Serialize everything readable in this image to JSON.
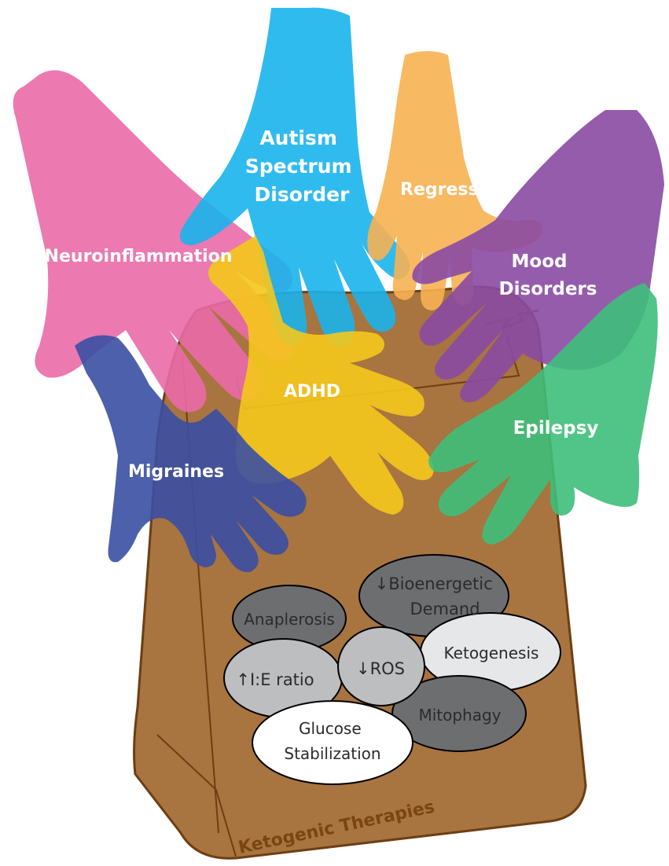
{
  "bag": {
    "label": "Ketogenic Therapies",
    "fill": "#a8743f",
    "stroke": "#6e3e12"
  },
  "hands": [
    {
      "id": "neuroinflammation",
      "label": "Neuroinflammation",
      "color": "#ea6aa7"
    },
    {
      "id": "autism",
      "label_lines": [
        "Autism",
        "Spectrum",
        "Disorder"
      ],
      "color": "#1ab4ec"
    },
    {
      "id": "regression",
      "label": "Regression",
      "color": "#f7b152"
    },
    {
      "id": "mood",
      "label_lines": [
        "Mood",
        "Disorders"
      ],
      "color": "#8a4aa3"
    },
    {
      "id": "adhd",
      "label": "ADHD",
      "color": "#f4c81c"
    },
    {
      "id": "epilepsy",
      "label": "Epilepsy",
      "color": "#3ebf7a"
    },
    {
      "id": "migraines",
      "label": "Migraines",
      "color": "#3a4fa3"
    }
  ],
  "mechanisms": [
    {
      "id": "bioenergetic",
      "label_lines": [
        "↓Bioenergetic",
        "Demand"
      ],
      "fill": "#6d6e70"
    },
    {
      "id": "anaplerosis",
      "label": "Anaplerosis",
      "fill": "#6d6e70"
    },
    {
      "id": "ketogenesis",
      "label": "Ketogenesis",
      "fill": "#e6e7e8"
    },
    {
      "id": "ros",
      "label": "↓ROS",
      "fill": "#bcbec0"
    },
    {
      "id": "ie-ratio",
      "label": "↑I:E ratio",
      "fill": "#bcbec0"
    },
    {
      "id": "mitophagy",
      "label": "Mitophagy",
      "fill": "#6d6e70"
    },
    {
      "id": "glucose",
      "label_lines": [
        "Glucose",
        "Stabilization"
      ],
      "fill": "#ffffff"
    }
  ]
}
